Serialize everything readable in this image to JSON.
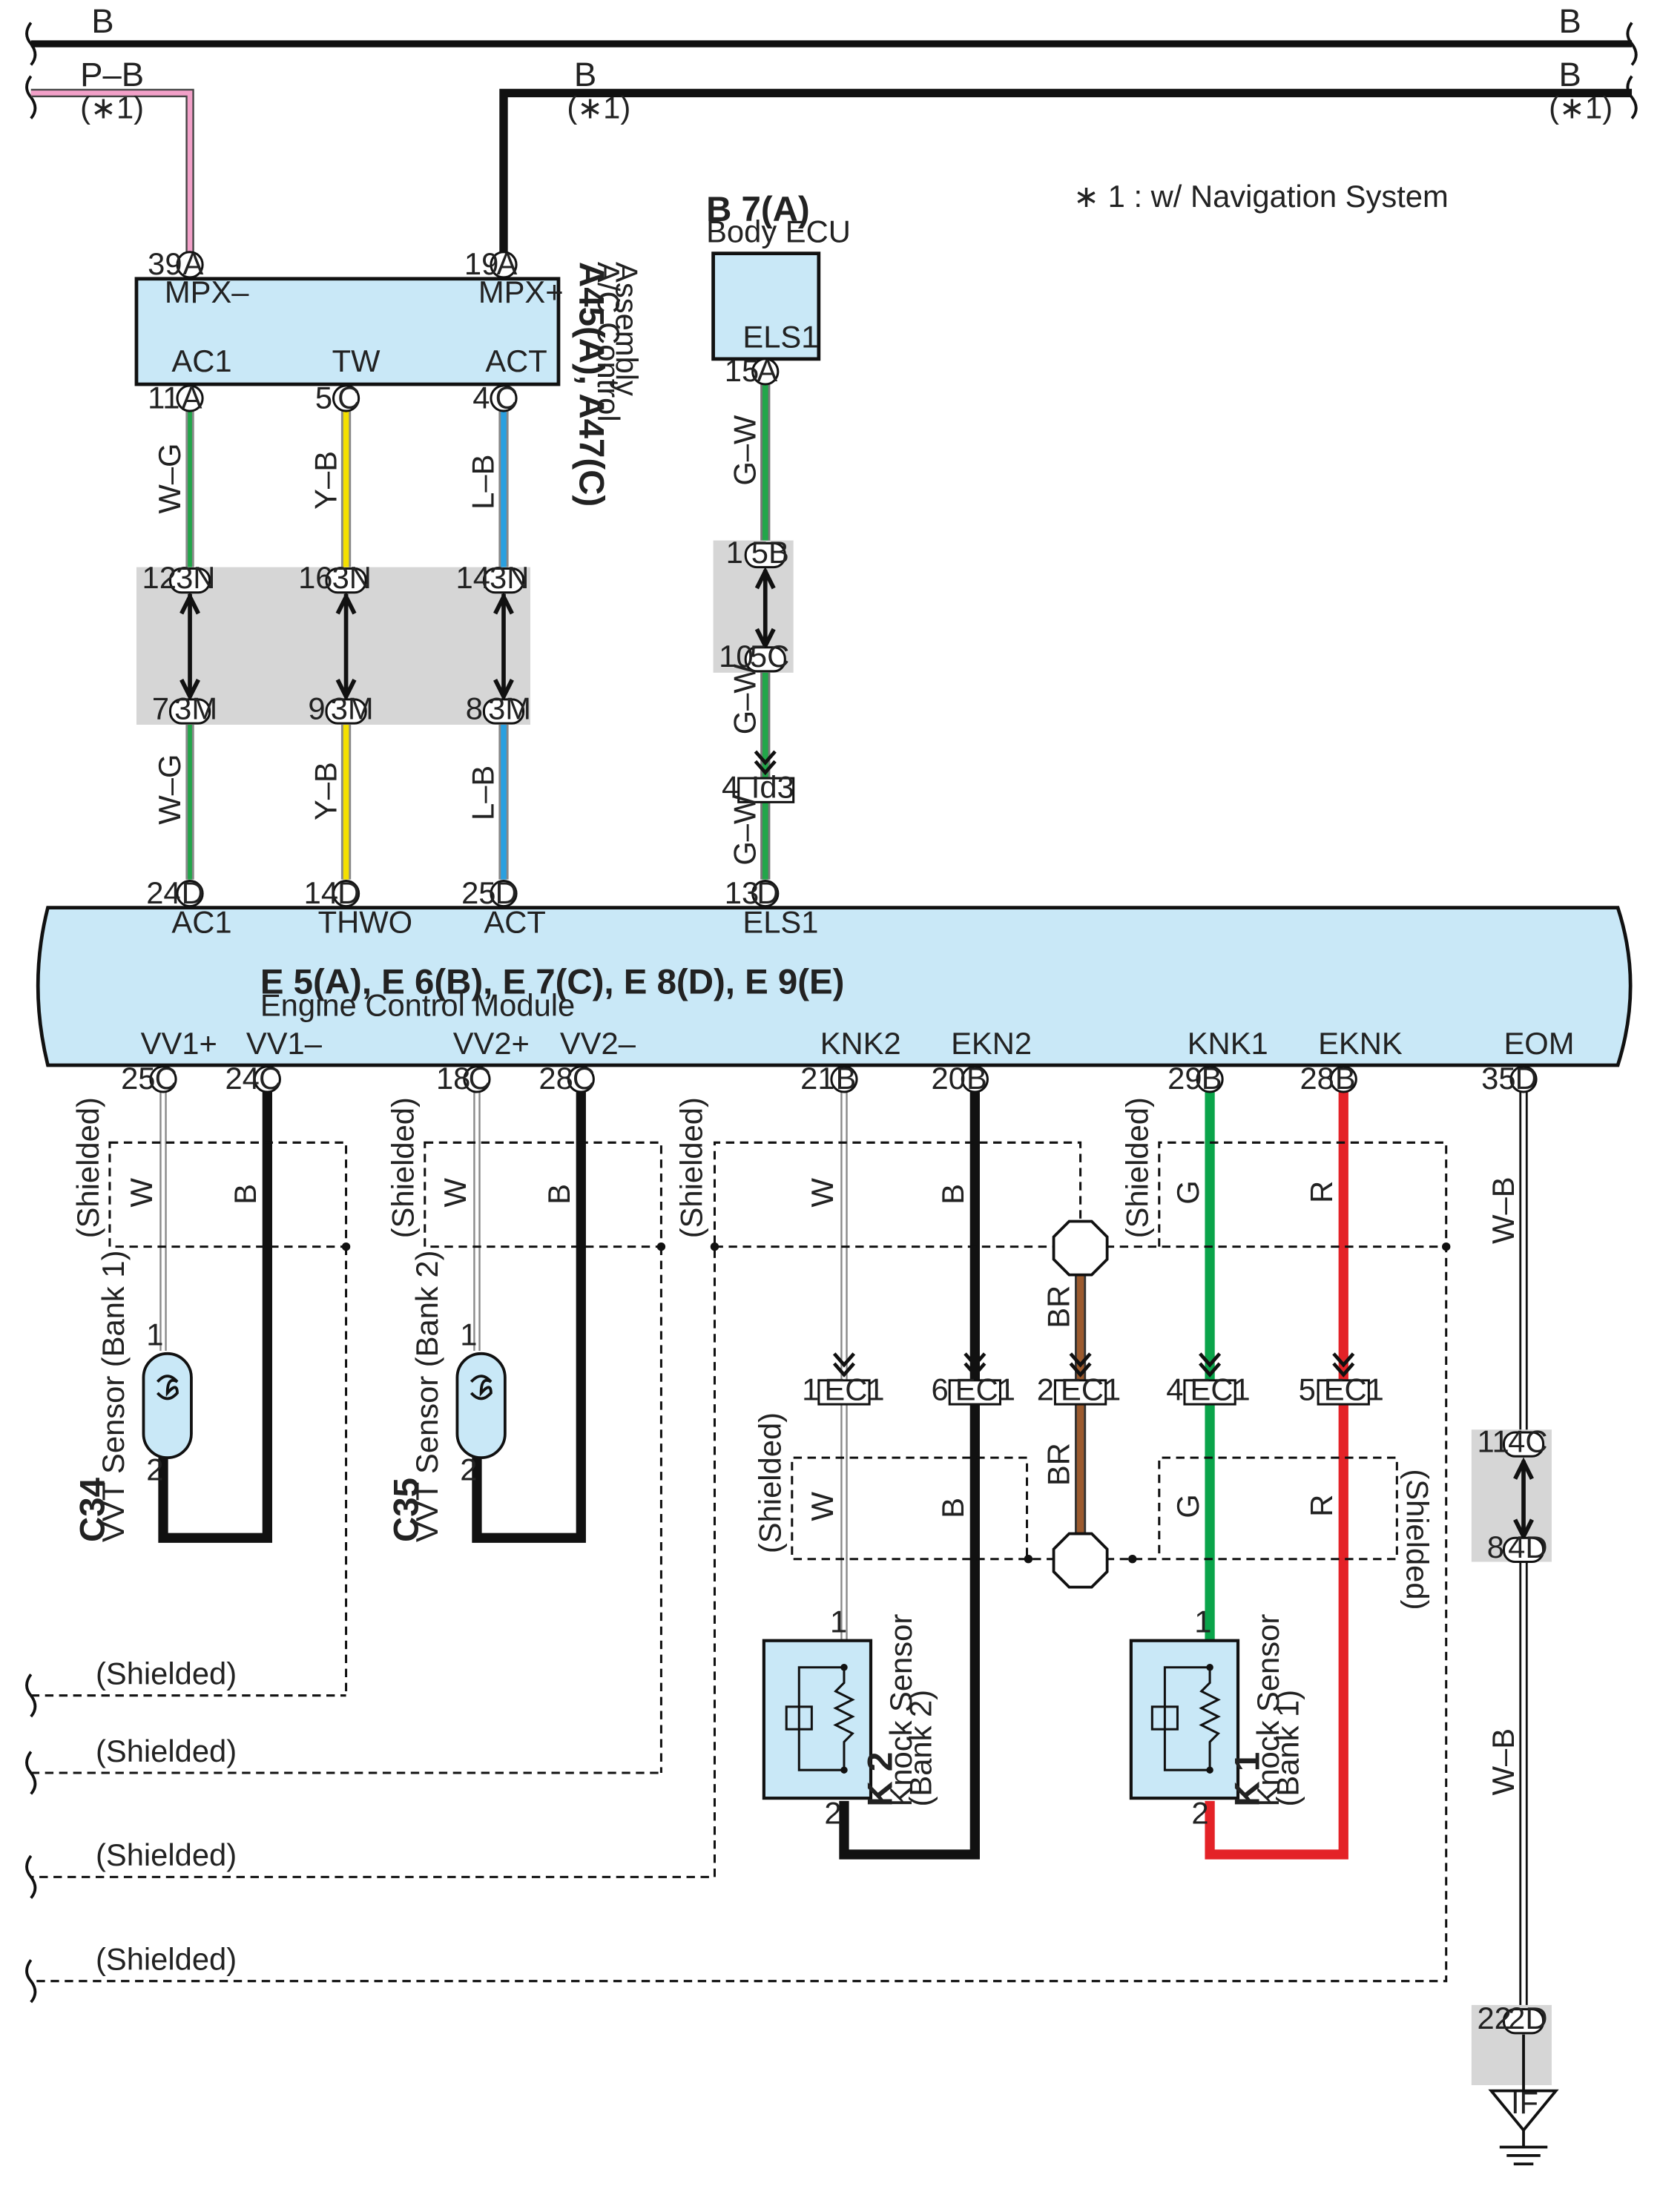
{
  "top_wires": [
    {
      "color": "B",
      "left": "B",
      "right": "B"
    },
    {
      "pb_label": "P–B",
      "b_label": "B",
      "right": "B",
      "note": "(∗1)"
    }
  ],
  "footnote": "∗ 1 : w/ Navigation System",
  "ac_control": {
    "name_code": "A45(A), A47(C)",
    "name_line1": "A/C Control",
    "name_line2": "Assembly",
    "top_pins": [
      {
        "num": "39",
        "conn": "A",
        "label": "MPX–"
      },
      {
        "num": "19",
        "conn": "A",
        "label": "MPX+"
      }
    ],
    "bottom_pins": [
      {
        "num": "11",
        "conn": "A",
        "label": "AC1",
        "wire": "W–G"
      },
      {
        "num": "5",
        "conn": "C",
        "label": "TW",
        "wire": "Y–B"
      },
      {
        "num": "4",
        "conn": "C",
        "label": "ACT",
        "wire": "L–B"
      }
    ]
  },
  "junction_3n": [
    {
      "num": "12",
      "label": "3N"
    },
    {
      "num": "16",
      "label": "3N"
    },
    {
      "num": "14",
      "label": "3N"
    }
  ],
  "junction_3m": [
    {
      "num": "7",
      "label": "3M"
    },
    {
      "num": "9",
      "label": "3M"
    },
    {
      "num": "8",
      "label": "3M"
    }
  ],
  "body_ecu": {
    "code": "B 7(A)",
    "name": "Body ECU",
    "pin_label": "ELS1",
    "pin_num": "15",
    "pin_conn": "A",
    "wire": "G–W",
    "j1": {
      "num": "1",
      "label": "5B"
    },
    "j2": {
      "num": "10",
      "label": "5C"
    },
    "id3": {
      "num": "4",
      "label": "Id3"
    }
  },
  "ecm": {
    "code": "E 5(A), E 6(B), E 7(C), E 8(D), E 9(E)",
    "name": "Engine Control Module",
    "top_pins": [
      {
        "num": "24",
        "conn": "D",
        "label": "AC1"
      },
      {
        "num": "14",
        "conn": "D",
        "label": "THWO"
      },
      {
        "num": "25",
        "conn": "D",
        "label": "ACT"
      },
      {
        "num": "13",
        "conn": "D",
        "label": "ELS1"
      }
    ],
    "bottom_pins": [
      {
        "num": "25",
        "conn": "C",
        "label": "VV1+"
      },
      {
        "num": "24",
        "conn": "C",
        "label": "VV1–"
      },
      {
        "num": "18",
        "conn": "C",
        "label": "VV2+"
      },
      {
        "num": "28",
        "conn": "C",
        "label": "VV2–"
      },
      {
        "num": "21",
        "conn": "B",
        "label": "KNK2"
      },
      {
        "num": "20",
        "conn": "B",
        "label": "EKN2"
      },
      {
        "num": "29",
        "conn": "B",
        "label": "KNK1"
      },
      {
        "num": "28",
        "conn": "B",
        "label": "EKNK"
      },
      {
        "num": "35",
        "conn": "D",
        "label": "EOM"
      }
    ]
  },
  "shielded": "(Shielded)",
  "vvt1": {
    "code": "C34",
    "name": "VVT Sensor (Bank 1)",
    "w": "W",
    "b": "B",
    "p1": "1",
    "p2": "2"
  },
  "vvt2": {
    "code": "C35",
    "name": "VVT Sensor (Bank 2)",
    "w": "W",
    "b": "B",
    "p1": "1",
    "p2": "2"
  },
  "ec1": [
    {
      "num": "1",
      "label": "EC1"
    },
    {
      "num": "6",
      "label": "EC1"
    },
    {
      "num": "2",
      "label": "EC1"
    },
    {
      "num": "4",
      "label": "EC1"
    },
    {
      "num": "5",
      "label": "EC1"
    }
  ],
  "wire_labels": {
    "w": "W",
    "b": "B",
    "br": "BR",
    "g": "G",
    "r": "R",
    "wb": "W–B"
  },
  "knock2": {
    "code": "K 2",
    "name": "Knock Sensor",
    "bank": "(Bank 2)",
    "p1": "1",
    "p2": "2"
  },
  "knock1": {
    "code": "K 1",
    "name": "Knock Sensor",
    "bank": "(Bank 1)",
    "p1": "1",
    "p2": "2"
  },
  "eom_junctions": [
    {
      "num": "11",
      "label": "4C"
    },
    {
      "num": "8",
      "label": "4D"
    },
    {
      "num": "22",
      "label": "2D"
    }
  ],
  "ground": "IF",
  "colors": {
    "pb": "#f2a0c8",
    "wg": "#22a64a",
    "yb": "#f4e000",
    "lb": "#2aa0e0",
    "gw": "#22a64a",
    "br": "#9b5a2e",
    "g": "#0aa44a",
    "r": "#e42227",
    "panel": "#c9e8f7",
    "gray": "#d6d6d6"
  }
}
